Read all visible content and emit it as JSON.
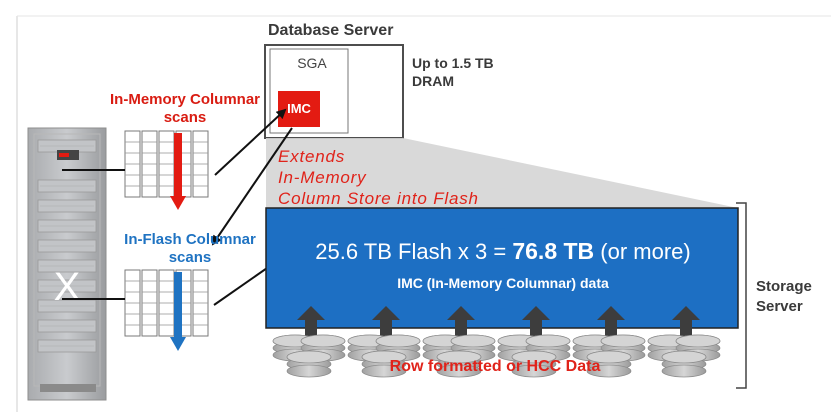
{
  "database_server": {
    "title": "Database Server",
    "sga_label": "SGA",
    "imc_label": "IMC",
    "dram_note": "Up to 1.5 TB DRAM"
  },
  "in_memory_scans": {
    "label": "In-Memory Columnar scans",
    "color": "#e31b12"
  },
  "in_flash_scans": {
    "label": "In-Flash Columnar scans",
    "color": "#1f73c2"
  },
  "extends_note": {
    "lines": [
      "Extends",
      "In-Memory",
      "Column Store into Flash"
    ]
  },
  "flash_box": {
    "main_prefix": "25.6 TB Flash x 3 = ",
    "main_bold": "76.8 TB",
    "main_suffix": " (or more)",
    "subtitle": "IMC (In-Memory Columnar) data",
    "color": "#1d6fc3"
  },
  "disks": {
    "count": 6,
    "label": "Row formatted or HCC Data"
  },
  "storage_server": {
    "label": "Storage Server"
  },
  "rack": {
    "marker": "X"
  }
}
